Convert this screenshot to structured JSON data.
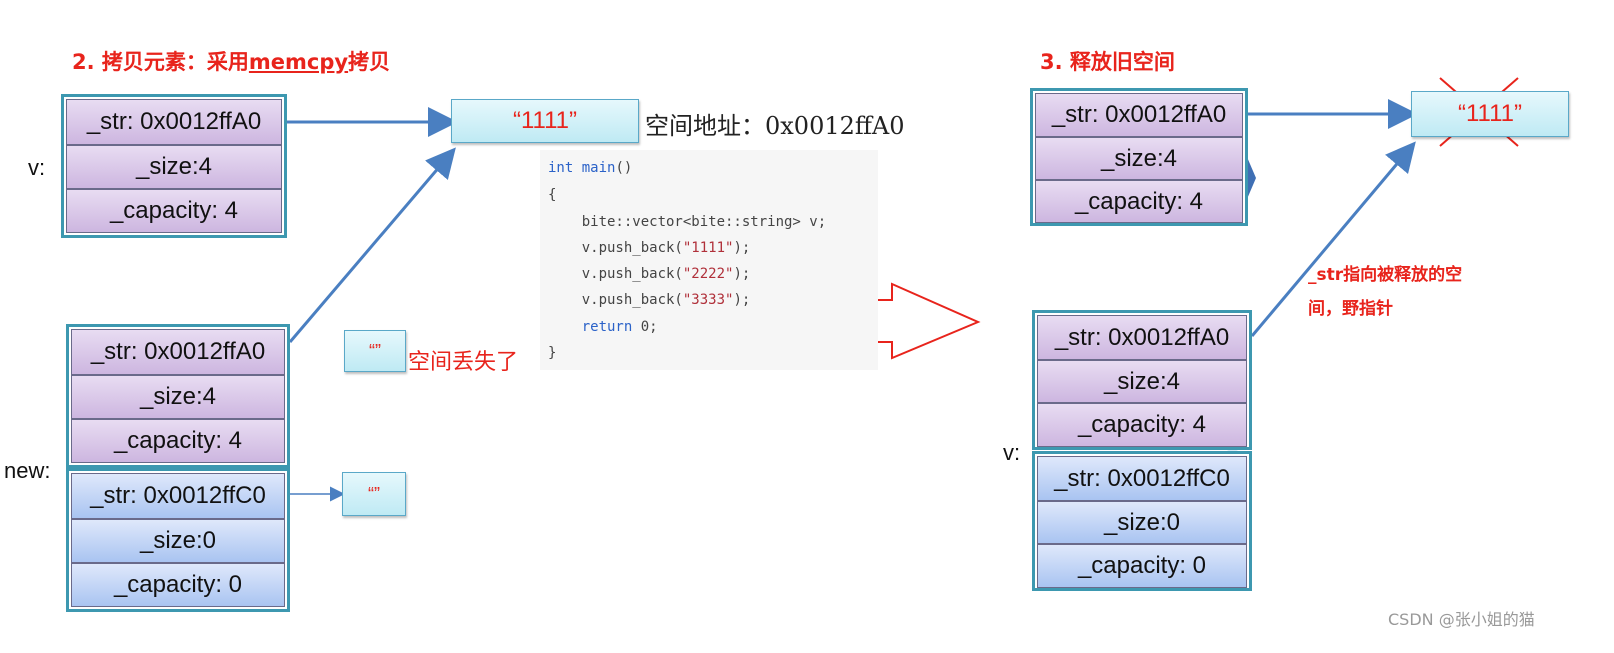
{
  "left": {
    "title_prefix": "2. 拷贝元素：采用",
    "title_emph": "memcpy",
    "title_suffix": "拷贝",
    "v_label": "v:",
    "new_label": "new:",
    "v_struct": {
      "str": "_str: 0x0012ffA0",
      "size": "_size:4",
      "capacity": "_capacity: 4"
    },
    "new_upper": {
      "str": "_str: 0x0012ffA0",
      "size": "_size:4",
      "capacity": "_capacity: 4"
    },
    "new_lower": {
      "str": "_str: 0x0012ffC0",
      "size": "_size:0",
      "capacity": "_capacity: 0"
    },
    "string_box": "“1111”",
    "address_note": "空间地址：0x0012ffA0",
    "lost_box": "“”",
    "lost_note": "空间丢失了",
    "empty_box": "“”"
  },
  "code": {
    "lines": [
      "int main()",
      "{",
      "    bite::vector<bite::string> v;",
      "    v.push_back(\"1111\");",
      "    v.push_back(\"2222\");",
      "    v.push_back(\"3333\");",
      "    return 0;",
      "}"
    ]
  },
  "right": {
    "title": "3. 释放旧空间",
    "old_struct": {
      "str": "_str: 0x0012ffA0",
      "size": "_size:4",
      "capacity": "_capacity: 4"
    },
    "freed_box": "“1111”",
    "dangling_note_1": "_str指向被释放的空",
    "dangling_note_2": "间，野指针",
    "v_label": "v:",
    "v_upper": {
      "str": "_str: 0x0012ffA0",
      "size": "_size:4",
      "capacity": "_capacity: 4"
    },
    "v_lower": {
      "str": "_str: 0x0012ffC0",
      "size": "_size:0",
      "capacity": "_capacity: 0"
    }
  },
  "watermark": "CSDN @张小姐的猫",
  "colors": {
    "accent_red": "#e8241c",
    "border_teal": "#3d98b0",
    "arrow_blue": "#4a7fc1"
  }
}
